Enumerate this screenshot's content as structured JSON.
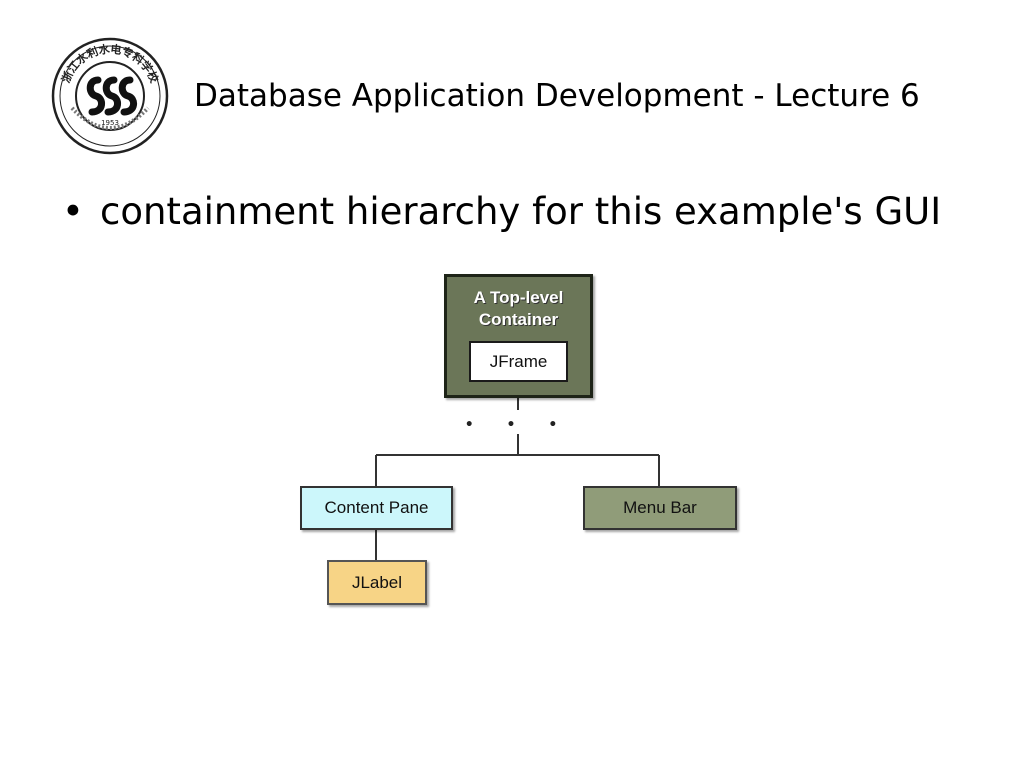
{
  "header": {
    "title": "Database Application Development - Lecture 6",
    "logo": {
      "icon": "university-seal-icon",
      "seal_text": "浙江水利水电专科学校",
      "year": "1953"
    }
  },
  "content": {
    "bullet": "containment hierarchy for this example's GUI"
  },
  "diagram": {
    "top_container_label": "A Top-level Container",
    "jframe_label": "JFrame",
    "ellipsis": "• • •",
    "content_pane_label": "Content Pane",
    "menu_bar_label": "Menu Bar",
    "jlabel_label": "JLabel",
    "colors": {
      "top_container": "#6b7658",
      "content_pane": "#ccf7fb",
      "menu_bar": "#909c79",
      "jlabel": "#f7d486"
    }
  }
}
